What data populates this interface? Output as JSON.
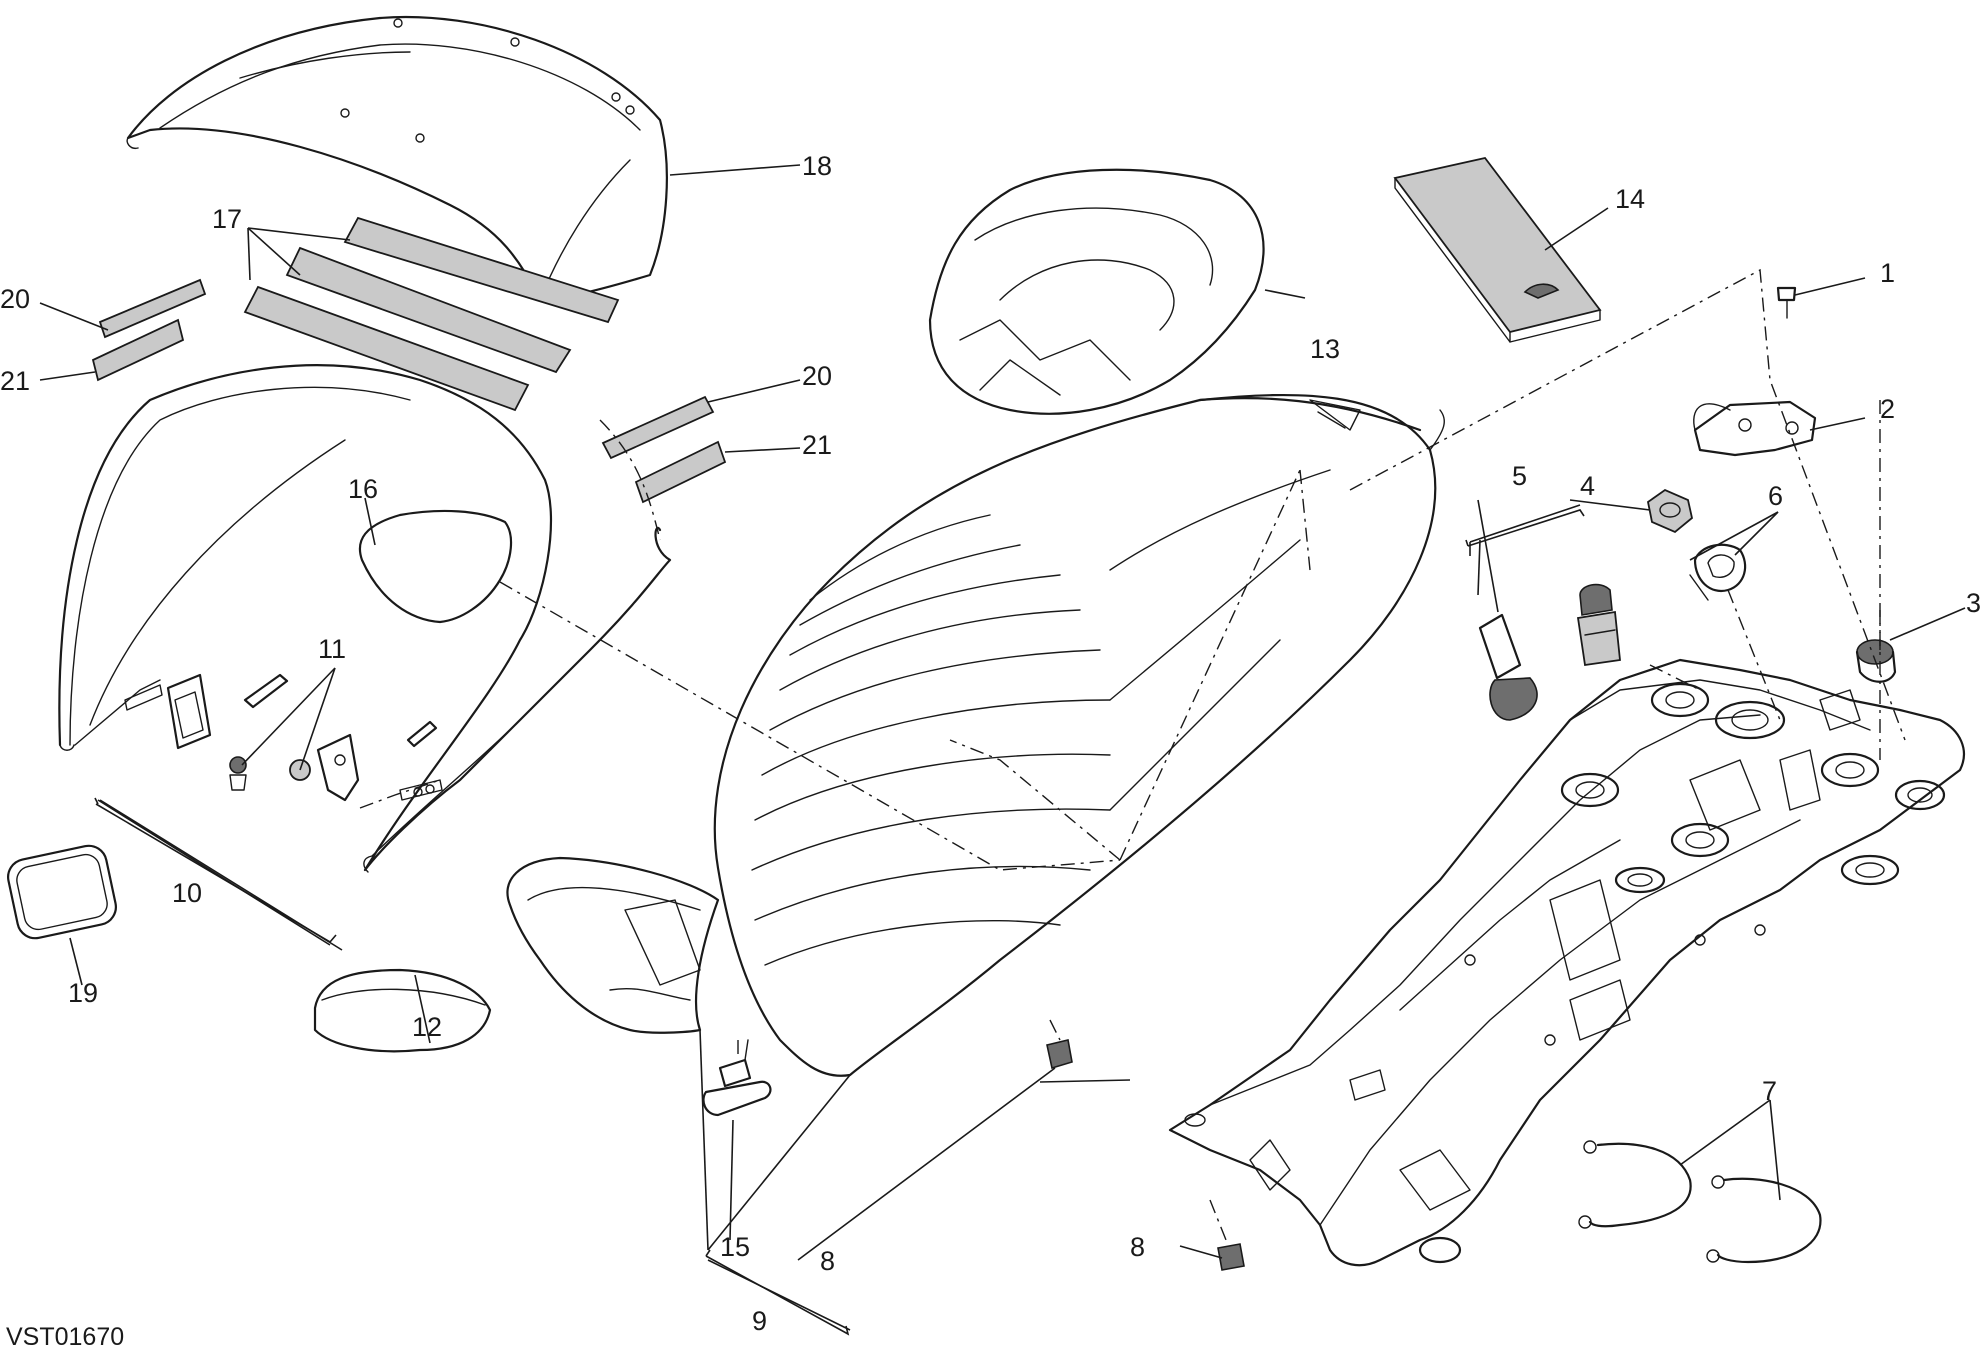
{
  "diagram_code": "VST01670",
  "callouts": [
    "1",
    "2",
    "3",
    "4",
    "5",
    "6",
    "7",
    "8",
    "8",
    "9",
    "10",
    "11",
    "12",
    "13",
    "14",
    "15",
    "16",
    "17",
    "18",
    "19",
    "20",
    "20",
    "21",
    "21"
  ]
}
